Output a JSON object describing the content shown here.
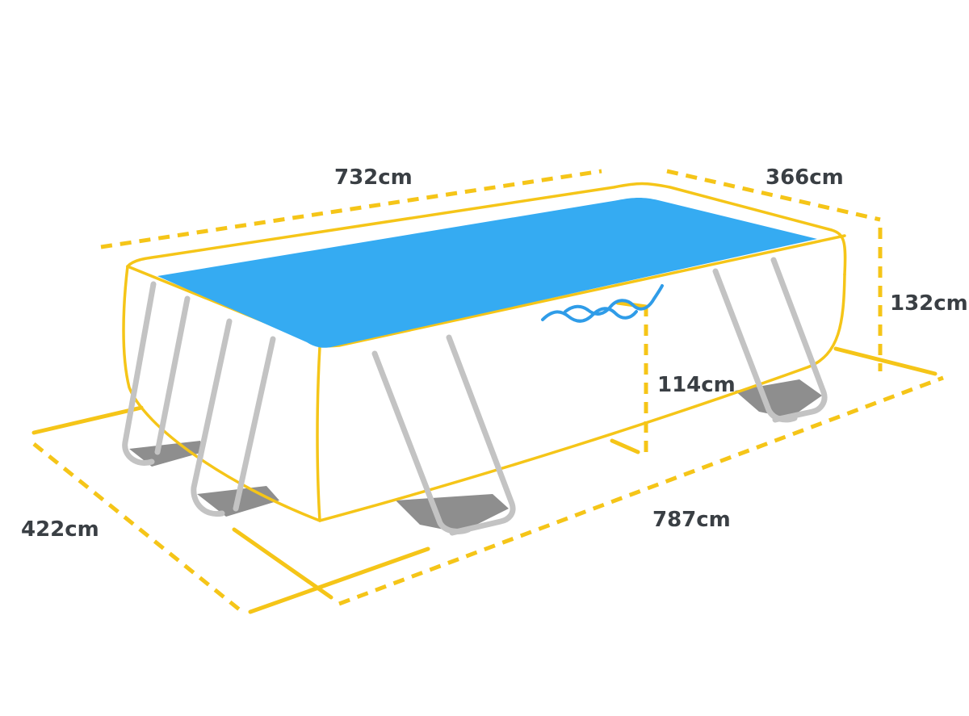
{
  "colors": {
    "frame": "#f5c518",
    "water": "#35abf2",
    "leg": "#c3c3c3",
    "foot": "#8e8e8e",
    "text": "#3a3f44",
    "wave": "#2f9ce8"
  },
  "dimensions": {
    "top_length": "732cm",
    "top_width": "366cm",
    "frame_height": "132cm",
    "water_depth": "114cm",
    "footprint_width": "422cm",
    "footprint_length": "787cm"
  }
}
